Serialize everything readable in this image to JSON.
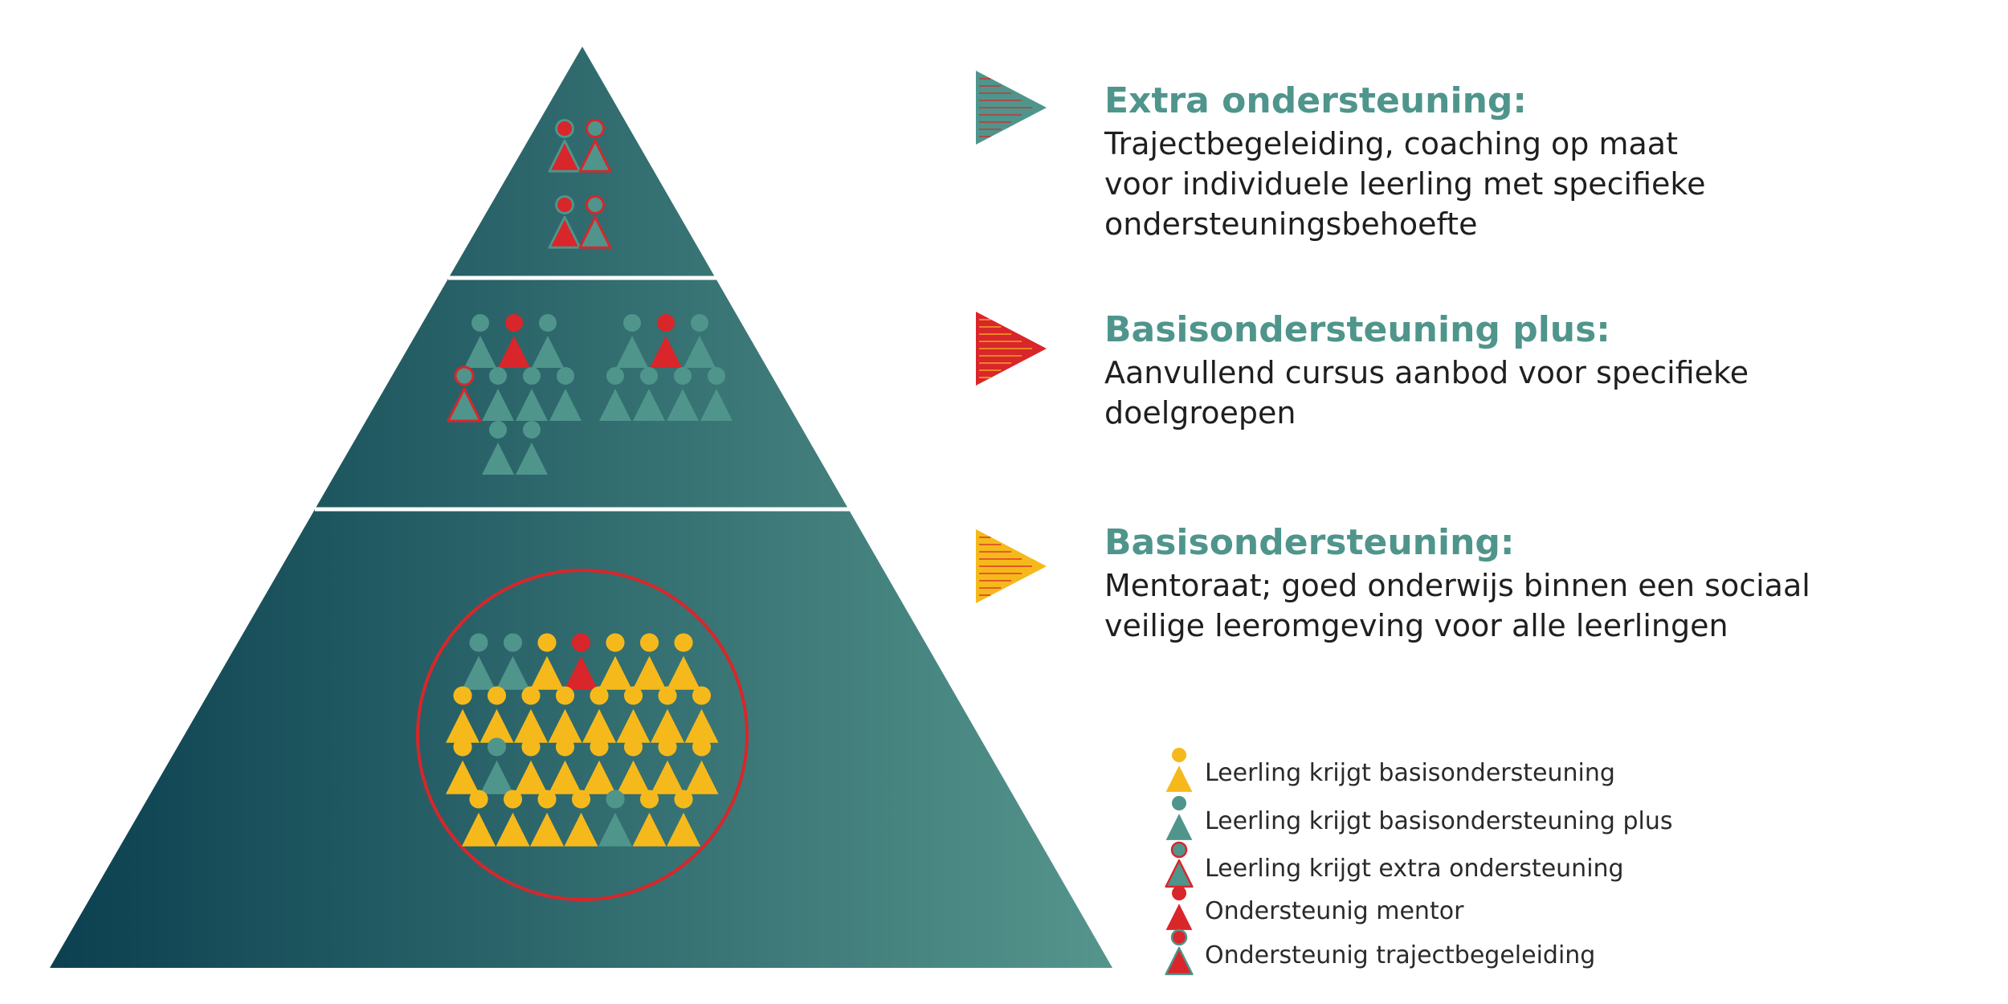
{
  "colors": {
    "yellow": "#f6b91c",
    "teal": "#4f958c",
    "red": "#d9262a",
    "pyramid_dark": "#0b4050",
    "pyramid_light": "#55958c",
    "title": "#4f958c",
    "circle": "#d9262a"
  },
  "tiers": [
    {
      "id": "extra",
      "marker_color": "#4f958c",
      "title": "Extra ondersteuning:",
      "lines": [
        "Trajectbegeleiding, coaching op maat",
        "voor individuele leerling met specifieke",
        "ondersteuningsbehoefte"
      ]
    },
    {
      "id": "plus",
      "marker_color": "#d9262a",
      "title": "Basisondersteuning plus:",
      "lines": [
        "Aanvullend cursus aanbod voor specifieke",
        "doelgroepen"
      ]
    },
    {
      "id": "basis",
      "marker_color": "#f6b91c",
      "title": "Basisondersteuning:",
      "lines": [
        "Mentoraat; goed onderwijs binnen een sociaal",
        "veilige leeromgeving voor alle leerlingen"
      ]
    }
  ],
  "legend": [
    {
      "kind": "Y",
      "label": "Leerling krijgt basisondersteuning"
    },
    {
      "kind": "T",
      "label": "Leerling krijgt basisondersteuning plus"
    },
    {
      "kind": "TO",
      "label": "Leerling krijgt extra ondersteuning"
    },
    {
      "kind": "R",
      "label": "Ondersteunig mentor"
    },
    {
      "kind": "RO",
      "label": "Ondersteunig trajectbegeleiding"
    }
  ],
  "groups": {
    "top": [
      [
        "RO",
        "TO"
      ],
      [
        "RO",
        "TO"
      ]
    ],
    "middle_left": [
      [
        "T",
        "R",
        "T"
      ],
      [
        "TO",
        "T",
        "T",
        "T"
      ],
      [
        "T",
        "T"
      ]
    ],
    "middle_right": [
      [
        "T",
        "R",
        "T"
      ],
      [
        "T",
        "T",
        "T",
        "T"
      ]
    ],
    "bottom": [
      [
        "T",
        "T",
        "Y",
        "R",
        "Y",
        "Y",
        "Y"
      ],
      [
        "Y",
        "Y",
        "Y",
        "Y",
        "Y",
        "Y",
        "Y",
        "Y"
      ],
      [
        "Y",
        "T",
        "Y",
        "Y",
        "Y",
        "Y",
        "Y",
        "Y"
      ],
      [
        "Y",
        "Y",
        "Y",
        "Y",
        "T",
        "Y",
        "Y"
      ]
    ]
  }
}
